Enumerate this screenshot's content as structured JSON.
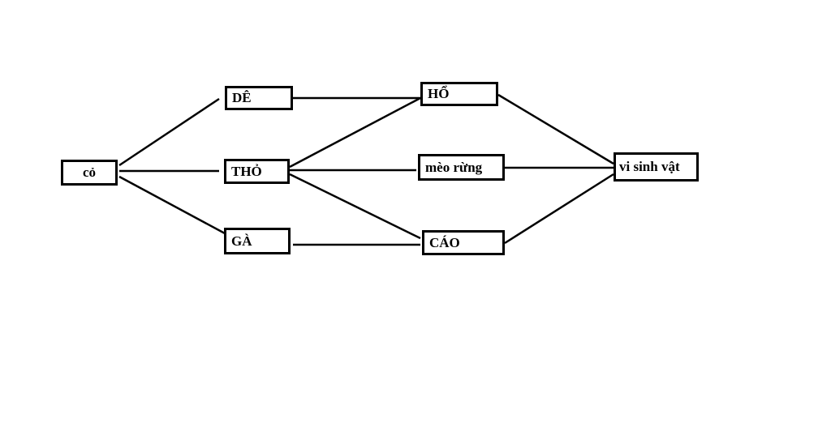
{
  "diagram": {
    "nodes": [
      {
        "id": "co",
        "label": "cỏ"
      },
      {
        "id": "de",
        "label": "DÊ"
      },
      {
        "id": "tho",
        "label": "THỎ"
      },
      {
        "id": "ga",
        "label": "GÀ"
      },
      {
        "id": "ho",
        "label": "HỔ"
      },
      {
        "id": "meo-rung",
        "label": "mèo rừng"
      },
      {
        "id": "cao",
        "label": "CÁO"
      },
      {
        "id": "vi-sinh-vat",
        "label": "vi sinh vật"
      }
    ],
    "edges": [
      {
        "from": "co",
        "to": "de"
      },
      {
        "from": "co",
        "to": "tho"
      },
      {
        "from": "co",
        "to": "ga"
      },
      {
        "from": "de",
        "to": "ho"
      },
      {
        "from": "tho",
        "to": "ho"
      },
      {
        "from": "tho",
        "to": "meo-rung"
      },
      {
        "from": "tho",
        "to": "cao"
      },
      {
        "from": "ga",
        "to": "cao"
      },
      {
        "from": "ho",
        "to": "vi-sinh-vat"
      },
      {
        "from": "meo-rung",
        "to": "vi-sinh-vat"
      },
      {
        "from": "cao",
        "to": "vi-sinh-vat"
      }
    ]
  }
}
